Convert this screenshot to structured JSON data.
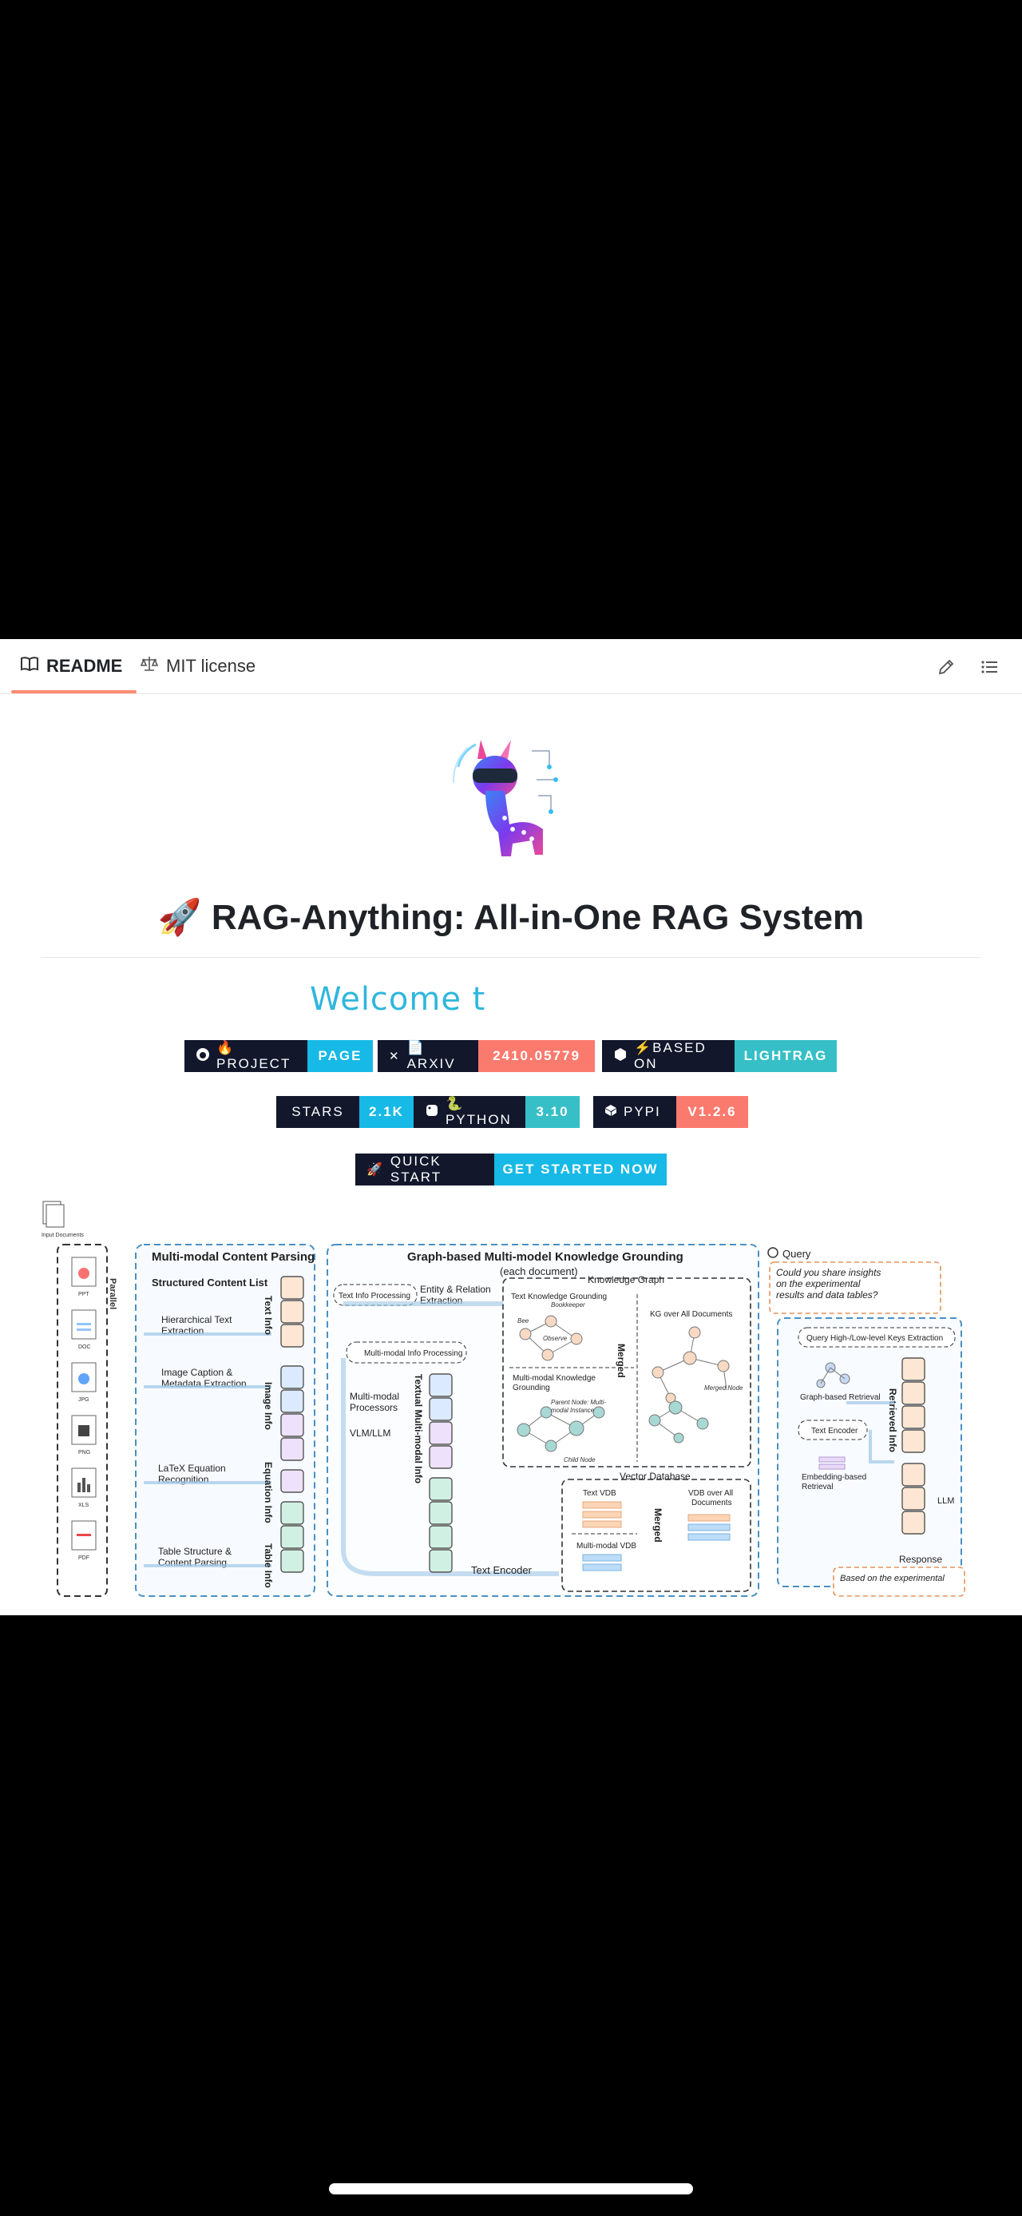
{
  "tabs": {
    "readme": "README",
    "license": "MIT license"
  },
  "heading": "🚀 RAG-Anything: All-in-One RAG System",
  "welcome_text": "Welcome t",
  "badges": [
    {
      "label": "🔥PROJECT",
      "value": "PAGE"
    },
    {
      "label": "📄ARXIV",
      "value": "2410.05779"
    },
    {
      "label": "⚡BASED ON",
      "value": "LIGHTRAG"
    },
    {
      "label": "STARS",
      "value": "2.1K"
    },
    {
      "label": "🐍PYTHON",
      "value": "3.10"
    },
    {
      "label": "PYPI",
      "value": "V1.2.6"
    },
    {
      "label": "QUICK START",
      "value": "GET STARTED NOW"
    }
  ],
  "diagram": {
    "input_documents": "Input Documents",
    "parallel": "Parallel",
    "parsing_title": "Multi-modal Content Parsing",
    "structured_list": "Structured Content List",
    "hierarchical": [
      "Hierarchical Text",
      "Extraction"
    ],
    "image_caption": [
      "Image Caption &",
      "Metadata Extraction"
    ],
    "latex": [
      "LaTeX Equation",
      "Recognition"
    ],
    "table": [
      "Table Structure &",
      "Content Parsing"
    ],
    "text_info": "Text Info",
    "image_info": "Image Info",
    "equation_info": "Equation Info",
    "table_info": "Table Info",
    "doc_types": [
      "PPT",
      "DOC",
      "JPG",
      "PNG",
      "XLS",
      "PDF"
    ],
    "graph_title": "Graph-based Multi-model Knowledge Grounding",
    "graph_subtitle": "(each document)",
    "text_info_processing": "Text Info Processing",
    "entity_relation": [
      "Entity & Relation",
      "Extraction"
    ],
    "knowledge_graph": "Knowledge Graph",
    "text_kg": "Text Knowledge Grounding",
    "kg_over_all": "KG over All Documents",
    "multimodal_info_processing": "Multi-modal Info Processing",
    "multimodal_processors": [
      "Multi-modal",
      "Processors"
    ],
    "vlm_llm": "VLM/LLM",
    "textual_mm_info": "Textual Multi-modal Info",
    "mm_kg": [
      "Multi-modal Knowledge",
      "Grounding"
    ],
    "merged": "Merged",
    "merged_node": "Merged Node",
    "parent_node": [
      "Parent Node: Multi-",
      "modal Instance"
    ],
    "child_node": "Child Node",
    "bookkeeper": "Bookkeeper",
    "bee": "Bee",
    "observe": "Observe",
    "text_encoder": "Text Encoder",
    "vector_database": "Vector Database",
    "text_vdb": "Text VDB",
    "vdb_over_all": [
      "VDB over All",
      "Documents"
    ],
    "mm_vdb": "Multi-modal VDB",
    "query_title": "Query",
    "query_text": [
      "Could you share insights",
      "on the experimental",
      "results and data tables?"
    ],
    "keys_extraction": "Query High-/Low-level Keys Extraction",
    "graph_retrieval": "Graph-based Retrieval",
    "query_text_encoder": "Text Encoder",
    "embedding_retrieval": [
      "Embedding-based",
      "Retrieval"
    ],
    "retrieved_info": "Retrieved Info",
    "llm": "LLM",
    "response_title": "Response",
    "response_text": "Based on the experimental"
  }
}
